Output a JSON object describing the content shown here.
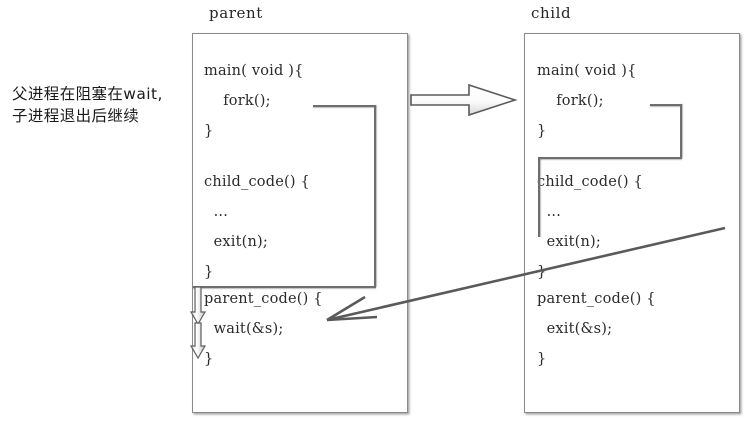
{
  "diagram": {
    "title_parent": "parent",
    "title_child": "child",
    "annotation_line1": "父进程在阻塞在wait,",
    "annotation_line2": "子进程退出后继续",
    "annotation_full": "父进程在阻塞在wait,\n子进程退出后继续"
  },
  "parent_process": {
    "label": "parent",
    "main_block": "main( void ){\n    fork();\n}",
    "child_code_block": "child_code() {\n  ...\n  exit(n);\n}",
    "parent_code_block": "parent_code() {\n  wait(&s);\n}"
  },
  "child_process": {
    "label": "child",
    "main_block": "main( void ){\n    fork();\n}",
    "child_code_block": "child_code() {\n  ...\n  exit(n);\n}",
    "parent_code_block": "parent_code() {\n  exit(&s);\n}"
  },
  "arrows": {
    "fork_arrow_name": "fork-block-arrow",
    "wait_arrow_1_name": "wait-block-arrow-upper",
    "wait_arrow_2_name": "wait-block-arrow-lower",
    "return_arrow_name": "child-exit-to-parent-wait-arrow"
  },
  "colors": {
    "box_border": "#8a8a8a",
    "text": "#2a2a2a",
    "flow_line": "#6e6e6e",
    "arrow_outline": "#555555",
    "arrow_fill": "#ffffff",
    "background": "#ffffff"
  }
}
